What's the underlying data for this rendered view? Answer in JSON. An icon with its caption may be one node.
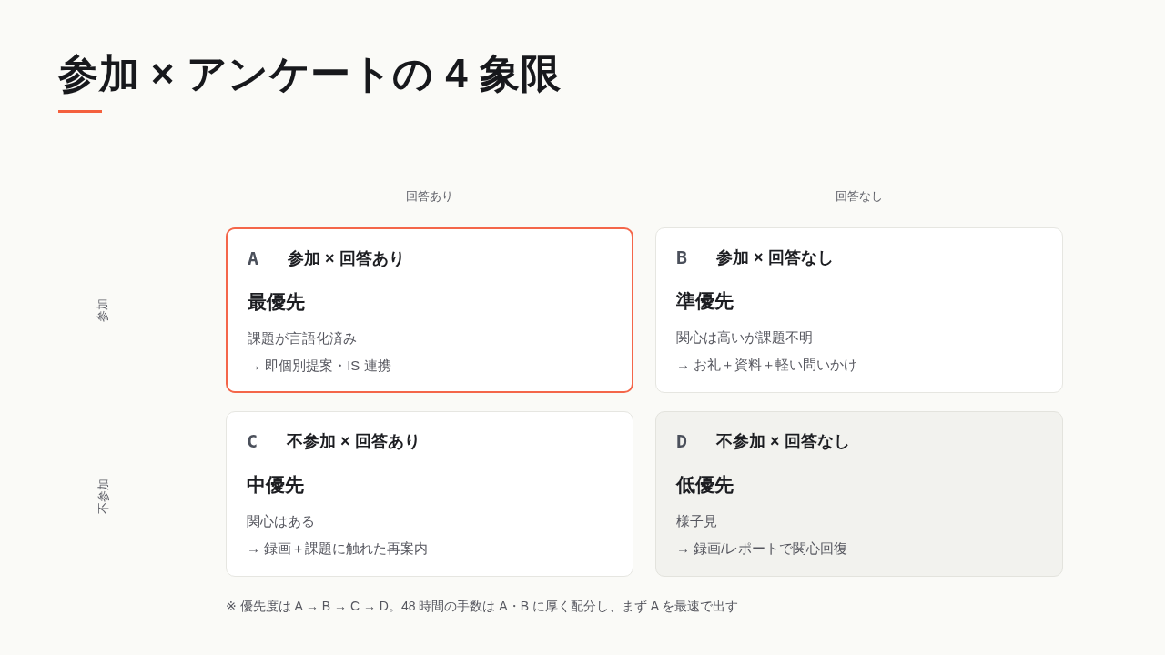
{
  "diagram": {
    "title": "参加 × アンケートの 4 象限",
    "caption": "※ 優先度は A → B → C → D。48 時間の手数は A・B に厚く配分し、まず A を最速で出す",
    "nodes": [
      {
        "text": [
          "A",
          "参加 × 回答あり",
          "最優先",
          "課題が言語化済み",
          "→ 即個別提案・IS 連携"
        ]
      },
      {
        "text": [
          "B",
          "参加 × 回答なし",
          "準優先",
          "関心は高いが課題不明",
          "→ お礼＋資料＋軽い問いかけ"
        ]
      },
      {
        "text": [
          "C",
          "不参加 × 回答あり",
          "中優先",
          "関心はある",
          "→ 録画＋課題に触れた再案内"
        ]
      },
      {
        "text": [
          "D",
          "不参加 × 回答なし",
          "低優先",
          "様子見",
          "→ 録画/レポートで関心回復"
        ]
      }
    ],
    "labels": [
      "回答あり",
      "回答なし",
      "参加",
      "不参加"
    ]
  }
}
